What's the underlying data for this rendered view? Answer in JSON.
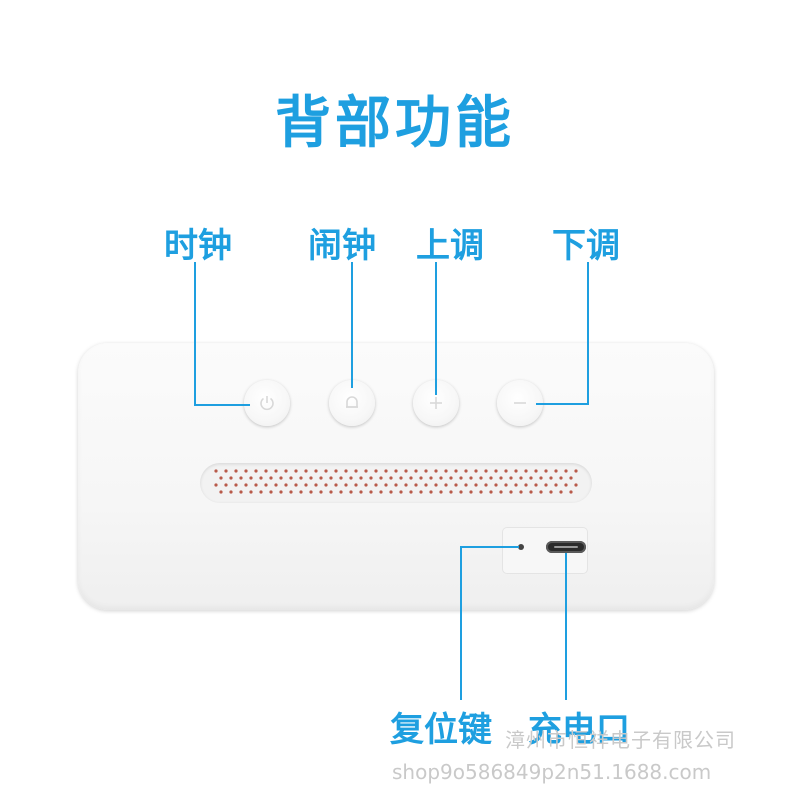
{
  "title": "背部功能",
  "labels": {
    "clock": "时钟",
    "alarm": "闹钟",
    "up": "上调",
    "down": "下调",
    "reset": "复位键",
    "charge": "充电口"
  },
  "buttons": [
    {
      "name": "clock-button",
      "icon": "power-icon"
    },
    {
      "name": "alarm-button",
      "icon": "bell-icon"
    },
    {
      "name": "up-button",
      "icon": "plus-icon"
    },
    {
      "name": "down-button",
      "icon": "minus-icon"
    }
  ],
  "watermark": {
    "company": "漳州市恒祥电子有限公司",
    "shop": "shop9o586849p2n51.1688.com"
  },
  "colors": {
    "accent": "#1e9fe0",
    "device": "#f6f6f6",
    "grille_dot": "#b85a4a"
  }
}
